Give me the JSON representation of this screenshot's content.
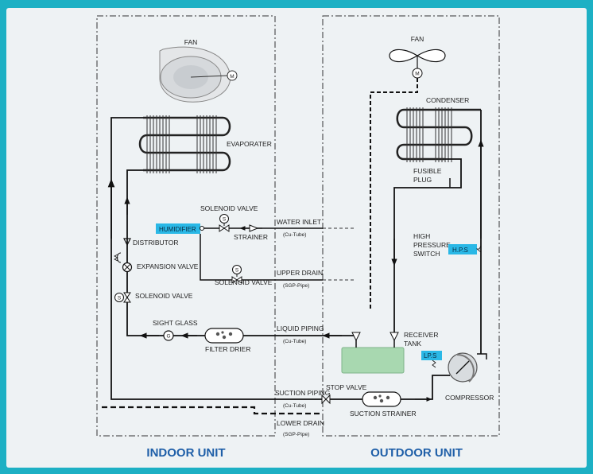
{
  "colors": {
    "frame": "#1db0c4",
    "panel": "#eef2f4",
    "line": "#111111",
    "highlight": "#2ab8e6",
    "tank": "#a8d8b0",
    "unit_title": "#1f5fa8"
  },
  "indoor": {
    "title": "INDOOR UNIT",
    "fan": "FAN",
    "motor": "M",
    "evaporator": "EVAPORATER",
    "solenoid_valve_top": "SOLENOID VALVE",
    "humidifier": "HUMIDIFIER",
    "strainer": "STRAINER",
    "distributor": "DISTRIBUTOR",
    "expansion_valve": "EXPANSION VALVE",
    "solenoid_valve_mid": "SOLENOID VALVE",
    "solenoid_valve_left": "SOLENOID VALVE",
    "sight_glass": "SIGHT GLASS",
    "filter_drier": "FILTER DRIER",
    "sol_symbol": "S",
    "sight_symbol": "G"
  },
  "pipes": {
    "water_inlet": "WATER INLET",
    "water_inlet_material": "(Cu-Tube)",
    "upper_drain": "UPPER DRAIN",
    "upper_drain_material": "(SGP-Pipe)",
    "liquid_piping": "LIQUID PIPING",
    "liquid_piping_material": "(Cu-Tube)",
    "suction_piping": "SUCTION PIPING",
    "suction_piping_material": "(Cu-Tube)",
    "lower_drain": "LOWER DRAIN",
    "lower_drain_material": "(SGP-Pipe)"
  },
  "outdoor": {
    "title": "OUTDOOR UNIT",
    "fan": "FAN",
    "motor": "M",
    "condenser": "CONDENSER",
    "fusible_plug_1": "FUSIBLE",
    "fusible_plug_2": "PLUG",
    "hps_line1": "HIGH",
    "hps_line2": "PRESSURE",
    "hps_line3": "SWITCH",
    "hps_box": "H.P.S",
    "receiver_1": "RECEIVER",
    "receiver_2": "TANK",
    "lps_box": "LP.S",
    "stop_valve": "STOP VALVE",
    "suction_strainer": "SUCTION STRAINER",
    "compressor": "COMPRESSOR"
  }
}
